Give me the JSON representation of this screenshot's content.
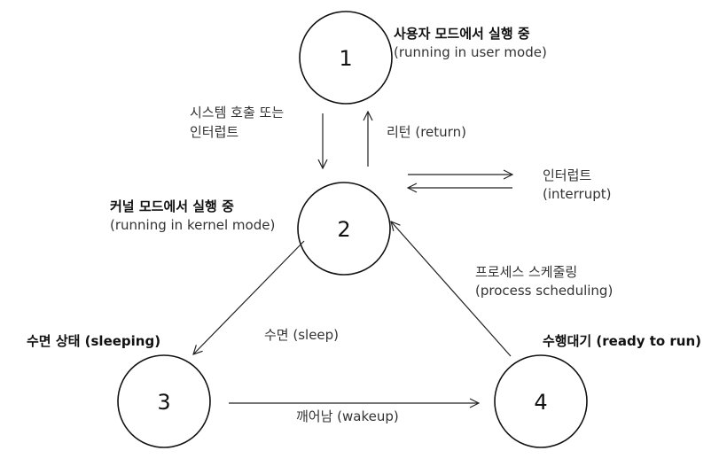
{
  "states": {
    "s1": {
      "number": "1",
      "label_ko": "사용자 모드에서 실행 중",
      "label_en": "(running in user mode)"
    },
    "s2": {
      "number": "2",
      "label_ko": "커널 모드에서 실행 중",
      "label_en": "(running in kernel mode)"
    },
    "s3": {
      "number": "3",
      "label_ko": "수면 상태 (sleeping)"
    },
    "s4": {
      "number": "4",
      "label_ko": "수행대기 (ready to run)"
    }
  },
  "transitions": {
    "syscall": {
      "line1": "시스템 호출 또는",
      "line2": "인터럽트"
    },
    "return": {
      "label": "리턴 (return)"
    },
    "interrupt": {
      "line1": "인터럽트",
      "line2": "(interrupt)"
    },
    "sleep": {
      "label": "수면 (sleep)"
    },
    "wakeup": {
      "label": "깨어남 (wakeup)"
    },
    "schedule": {
      "line1": "프로세스 스케줄링",
      "line2": "(process scheduling)"
    }
  }
}
